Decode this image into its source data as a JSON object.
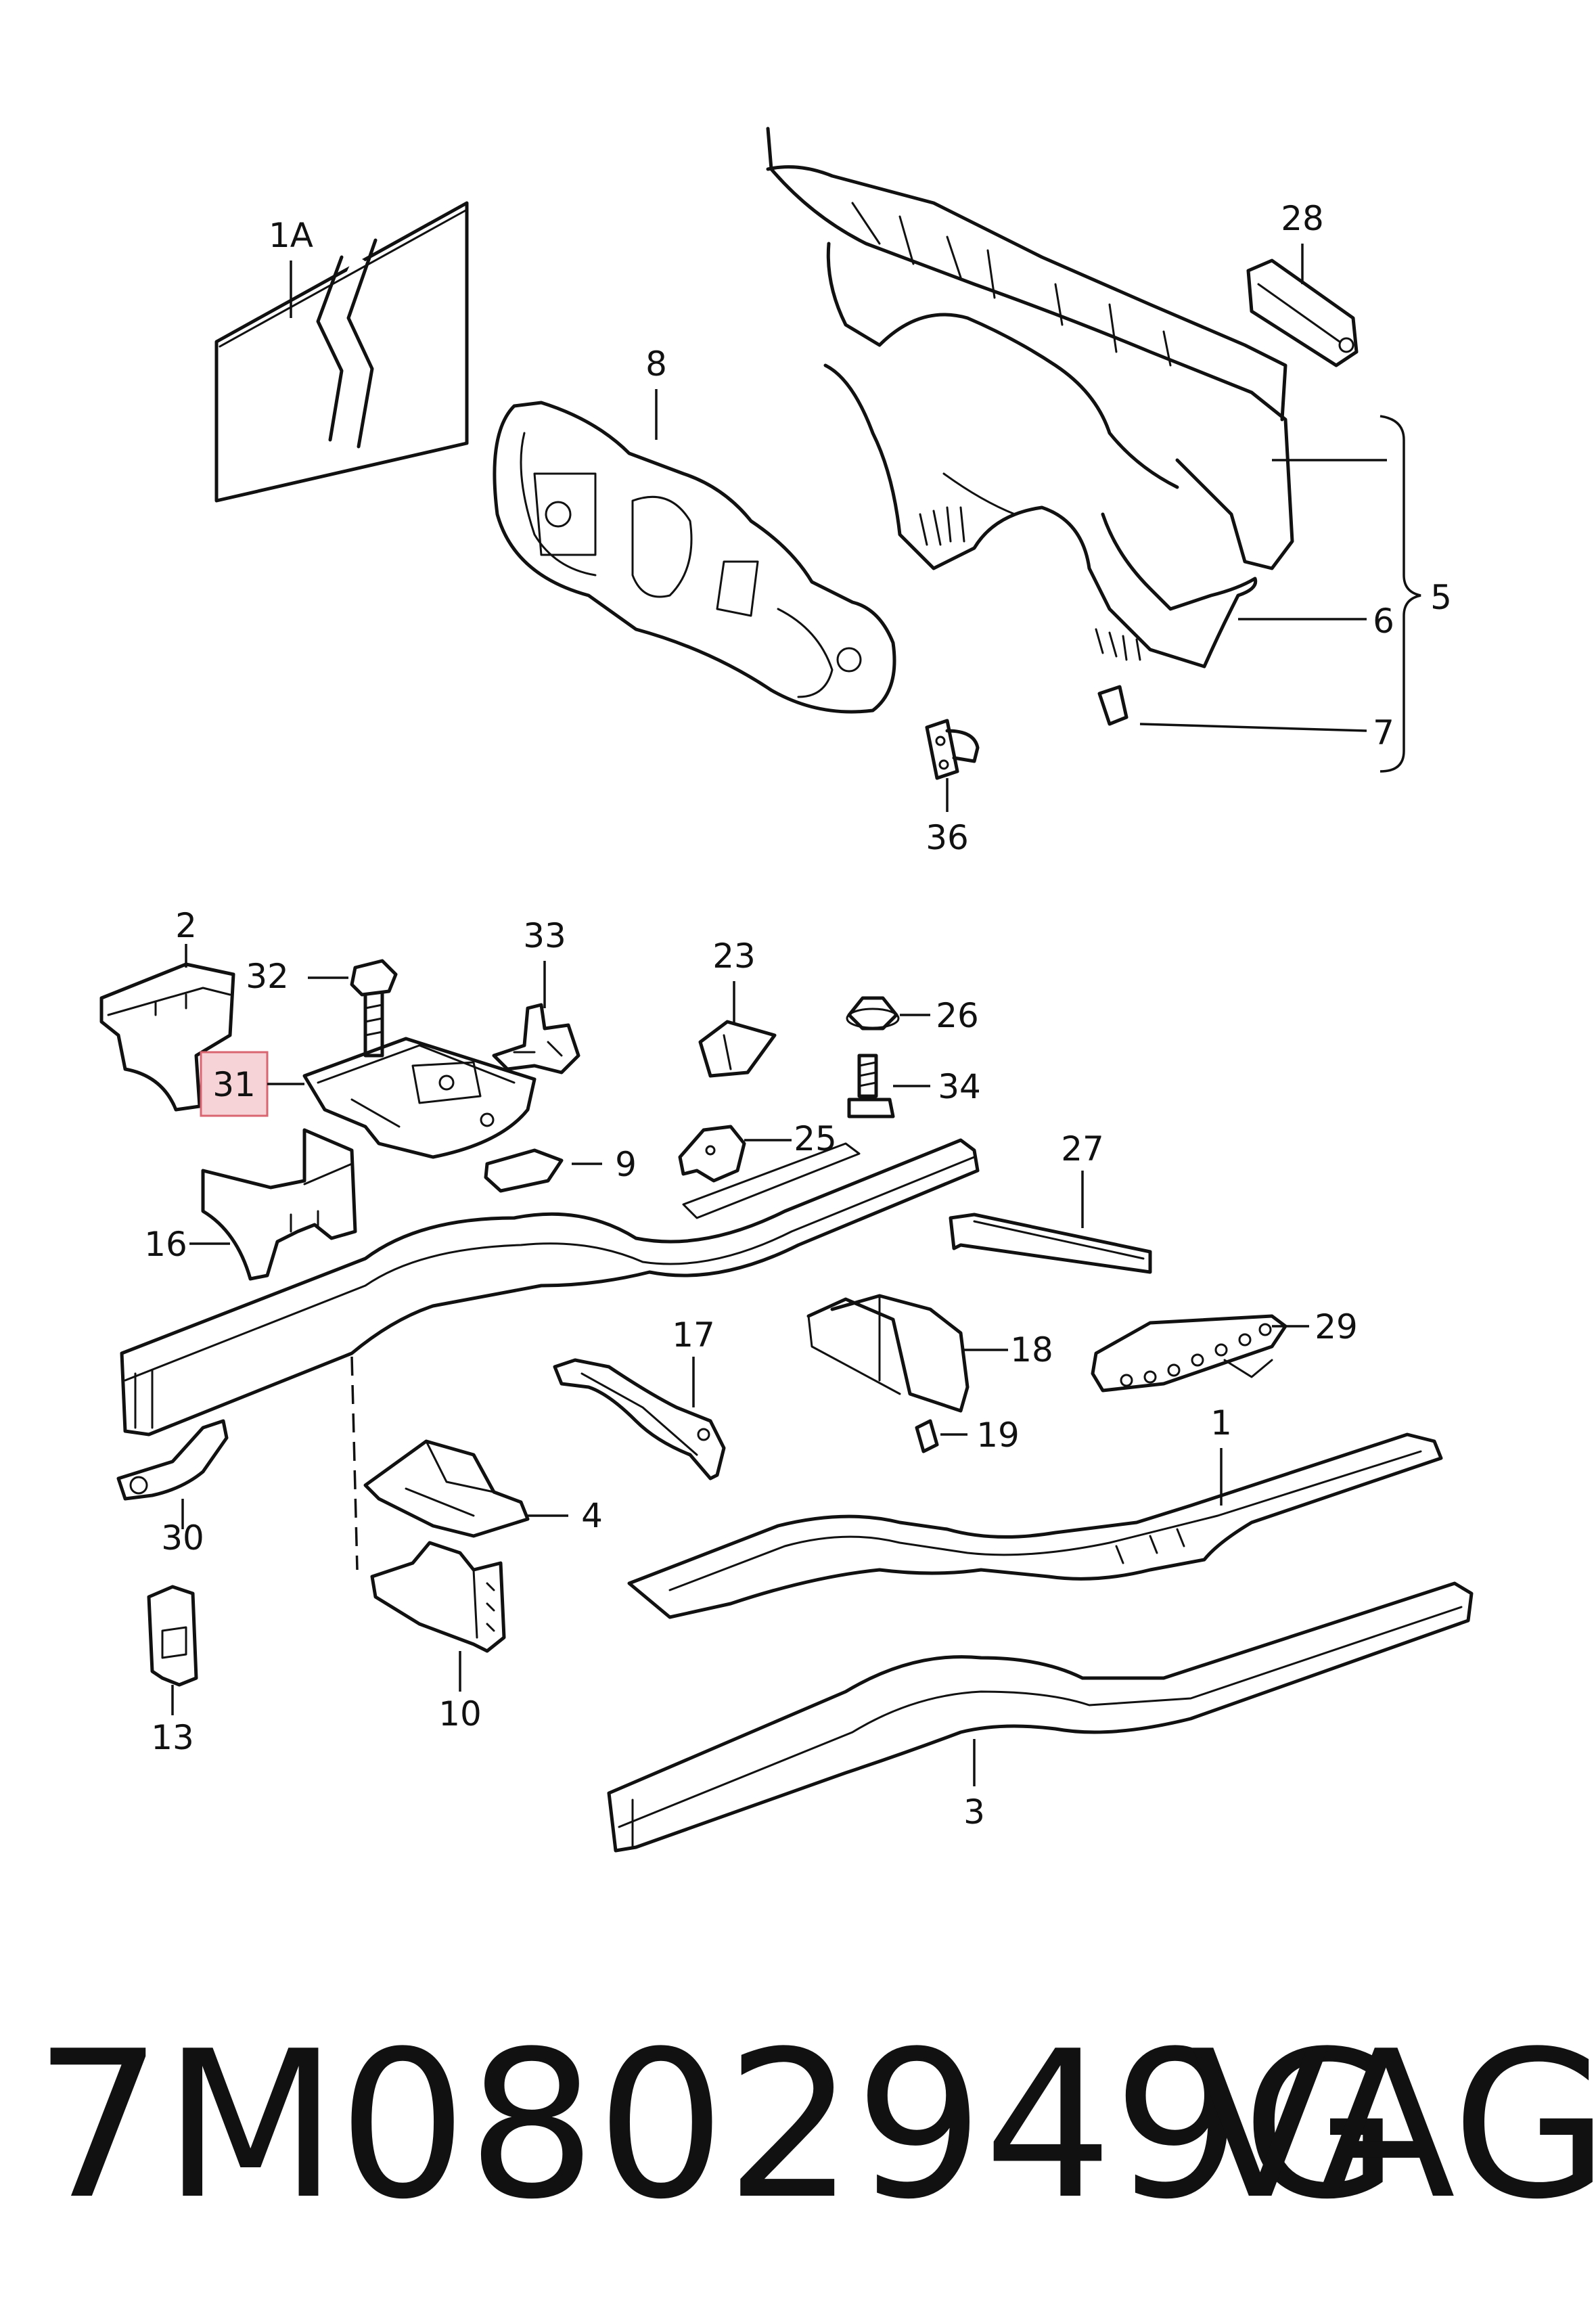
{
  "callouts": {
    "c1A": "1A",
    "c28": "28",
    "c8": "8",
    "c5": "5",
    "c6": "6",
    "c7": "7",
    "c36": "36",
    "c2": "2",
    "c32": "32",
    "c33": "33",
    "c23": "23",
    "c26": "26",
    "c31": "31",
    "c34": "34",
    "c9": "9",
    "c25": "25",
    "c27": "27",
    "c16": "16",
    "c17": "17",
    "c18": "18",
    "c29": "29",
    "c19": "19",
    "c1": "1",
    "c4": "4",
    "c30": "30",
    "c10": "10",
    "c13": "13",
    "c3": "3"
  },
  "highlighted_callout": "31",
  "highlight_color": "#f6d3d6",
  "footer": {
    "part_number": "7M0802949G",
    "brand": "VAG"
  }
}
